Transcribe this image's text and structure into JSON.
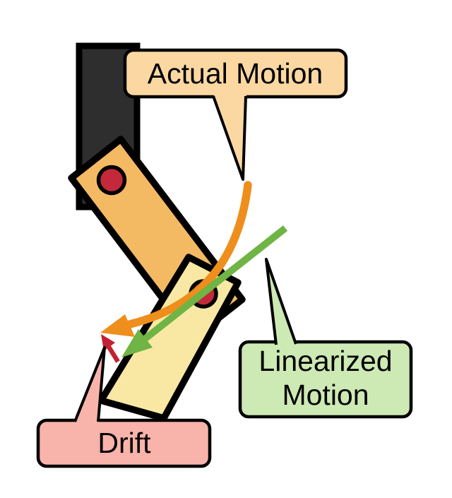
{
  "diagram": {
    "subject": "robot arm linearization drift diagram",
    "labels": {
      "actual": "Actual Motion",
      "linearized_line1": "Linearized",
      "linearized_line2": "Motion",
      "drift": "Drift"
    },
    "colors": {
      "background": "#ffffff",
      "outline": "#000000",
      "base_fill": "#2f2e2e",
      "upper_link_fill": "#f4ba63",
      "lower_link_fill": "#f9e8a3",
      "joint_fill": "#c3293a",
      "callout_actual_fill": "#fbd8a2",
      "callout_linearized_fill": "#cde9b4",
      "callout_drift_fill": "#f8b3aa",
      "arrow_actual": "#ee8e1c",
      "arrow_linearized": "#6fb444",
      "arrow_drift": "#c32133"
    }
  }
}
